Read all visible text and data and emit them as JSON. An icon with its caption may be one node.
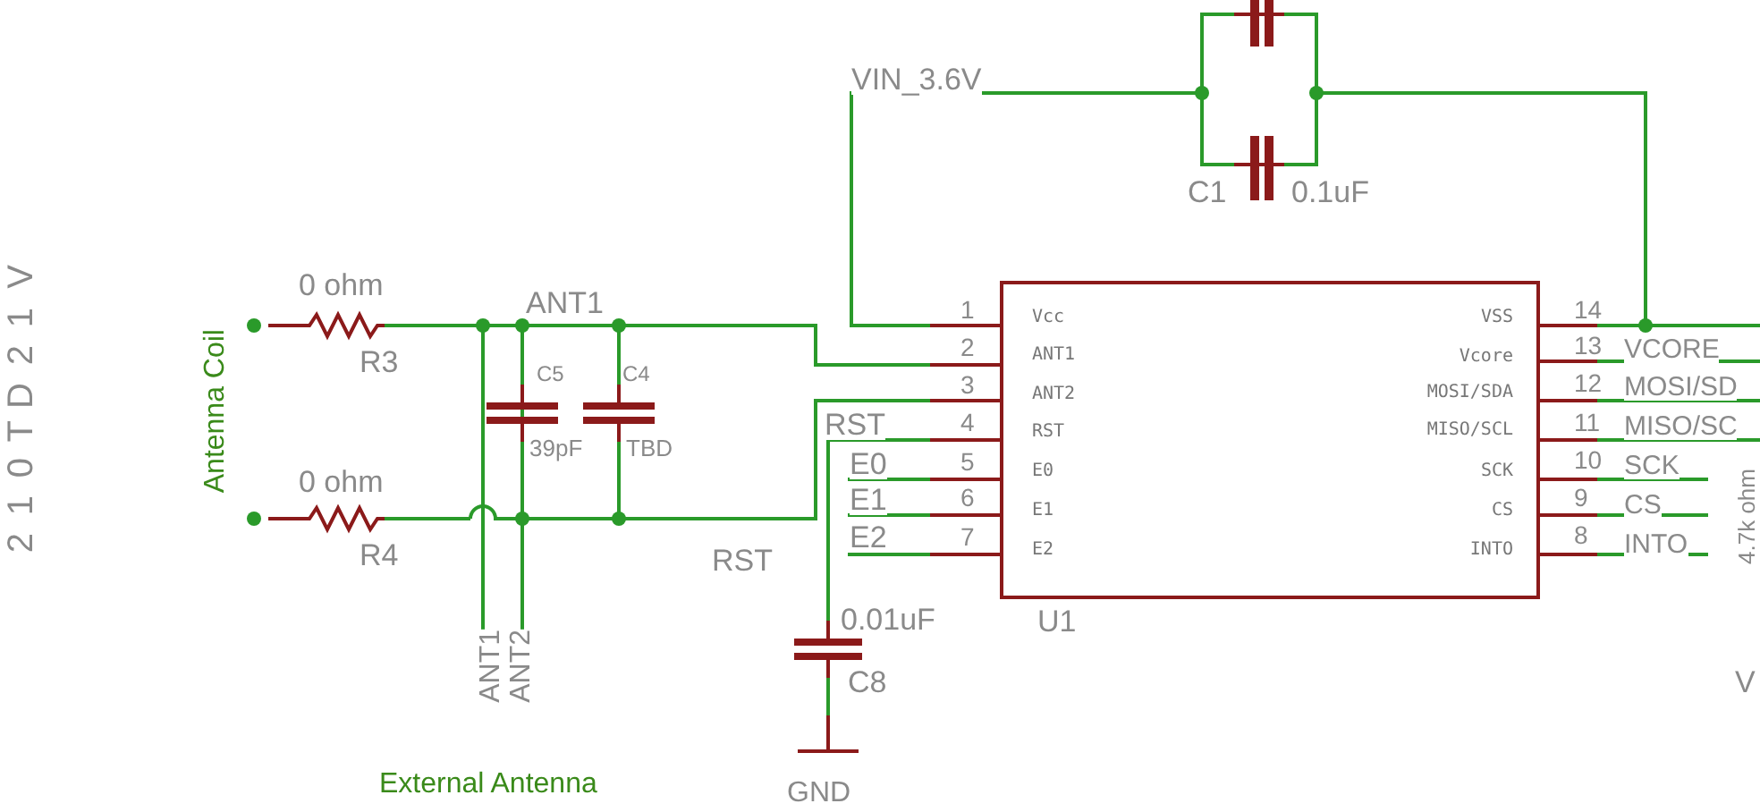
{
  "diagram": {
    "labels": [
      "VIN_3.6V",
      "C1",
      "0.1uF",
      "V",
      "1",
      "2",
      "D",
      "T",
      "0",
      "1",
      "2",
      "Antenna Coil",
      "0 ohm",
      "ANT1",
      "R3",
      "C5",
      "C4",
      "39pF",
      "TBD",
      "1",
      "Vcc",
      "VSS",
      "14",
      "2",
      "ANT1",
      "Vcore",
      "13",
      "VCORE",
      "3",
      "ANT2",
      "MOSI/SDA",
      "12",
      "MOSI/SD",
      "RST",
      "4",
      "RST",
      "MISO/SCL",
      "11",
      "MISO/SC",
      "E0",
      "5",
      "E0",
      "SCK",
      "10",
      "SCK",
      "E1",
      "6",
      "E1",
      "CS",
      "9",
      "CS",
      "E2",
      "7",
      "E2",
      "INTO",
      "8",
      "INTO",
      "0 ohm",
      "R4",
      "RST",
      "4.7k ohm",
      "0.01uF",
      "U1",
      "C8",
      "V",
      "ANT1",
      "ANT2",
      "External Antenna",
      "GND"
    ]
  }
}
